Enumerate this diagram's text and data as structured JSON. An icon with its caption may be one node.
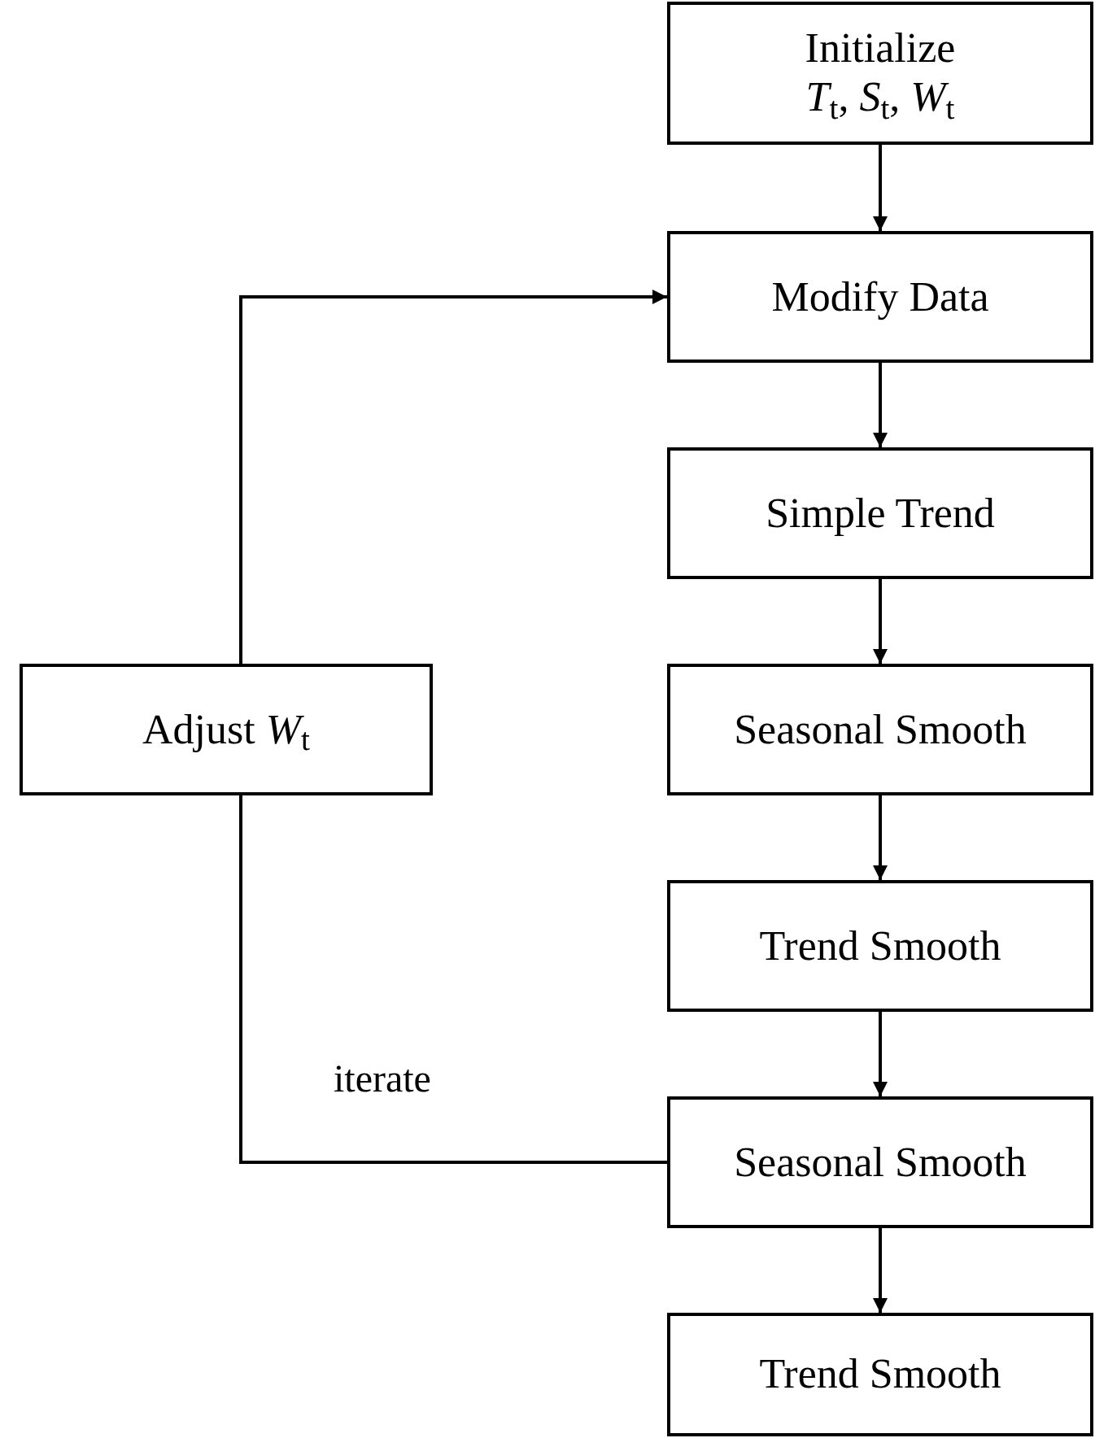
{
  "diagram": {
    "nodes": [
      {
        "text": [
          "Initialize",
          "*T*$_{t}$, *S*$_{t}$, *W*$_{t}$"
        ]
      },
      {
        "text": [
          "Modify Data"
        ]
      },
      {
        "text": [
          "Simple Trend"
        ]
      },
      {
        "text": [
          "Adjust *W*$_{t}$"
        ]
      },
      {
        "text": [
          "Seasonal Smooth"
        ]
      },
      {
        "text": [
          "Trend Smooth"
        ]
      },
      {
        "text": [
          "Seasonal Smooth"
        ]
      },
      {
        "text": [
          "Trend Smooth"
        ]
      }
    ],
    "edges": [
      {
        "from": 0,
        "to": 1,
        "arrow": "to"
      },
      {
        "from": 1,
        "to": 2,
        "arrow": "to"
      },
      {
        "from": 2,
        "to": 4,
        "arrow": "to"
      },
      {
        "from": 4,
        "to": 5,
        "arrow": "to"
      },
      {
        "from": 5,
        "to": 6,
        "arrow": "to"
      },
      {
        "from": 6,
        "to": 7,
        "arrow": "to"
      },
      {
        "from": 6,
        "to": 3,
        "arrow": "none",
        "label": "iterate"
      },
      {
        "from": 3,
        "to": 1,
        "arrow": "to"
      }
    ]
  }
}
